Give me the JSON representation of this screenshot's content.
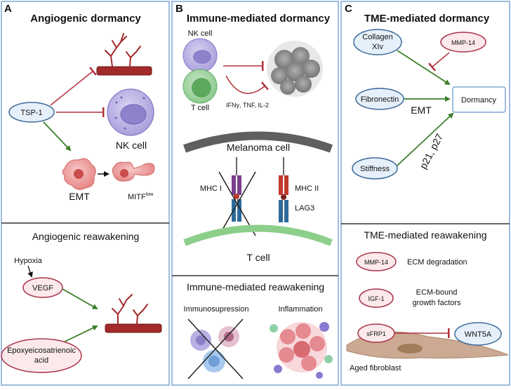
{
  "panel_a": {
    "letter": "A",
    "title": "Angiogenic dormancy",
    "tsp1": "TSP-1",
    "nk_cell": "NK cell",
    "emt": "EMT",
    "mitf": "MITF",
    "mitf_sup": "low",
    "reawakening_title": "Angiogenic reawakening",
    "hypoxia": "Hypoxia",
    "vegf": "VEGF",
    "epoxy_line1": "Epoxyeicosatrienoic",
    "epoxy_line2": "acid"
  },
  "panel_b": {
    "letter": "B",
    "title": "Immune-mediated dormancy",
    "nk_cell": "NK cell",
    "t_cell": "T cell",
    "cytokines": "IFNγ, TNF, IL-2",
    "melanoma_cell": "Melanoma cell",
    "mhc1": "MHC I",
    "mhc2": "MHC II",
    "lag3": "LAG3",
    "t_cell_bottom": "T cell",
    "reawakening_title": "Immune-mediated reawakening",
    "immunosuppression": "Immunosupression",
    "inflammation": "Inflammation"
  },
  "panel_c": {
    "letter": "C",
    "title": "TME-mediated dormancy",
    "collagen_line1": "Collagen",
    "collagen_line2": "XIv",
    "mmp14": "MMP-14",
    "fibronectin": "Fibronectin",
    "emt": "EMT",
    "dormancy": "Dormancy",
    "stiffness": "Stiffness",
    "p21p27": "p21, p27",
    "reawakening_title": "TME-mediated reawakening",
    "mmp14_b": "MMP-14",
    "ecm_degradation": "ECM degradation",
    "igf1": "IGF-1",
    "ecm_bound_line1": "ECM-bound",
    "ecm_bound_line2": "growth factors",
    "sfrp1": "sFRP1",
    "wnt5a": "WNT5A",
    "aged_fibroblast": "Aged fibroblast"
  },
  "colors": {
    "panel_border": "#7ea6d6",
    "blue_node_fill": "#e6f0fa",
    "blue_node_stroke": "#3d6a99",
    "pink_node_fill": "#fbe9ec",
    "pink_node_stroke": "#a8344a",
    "inhibit_red": "#b0303a",
    "activate_green": "#3c7f2a",
    "vessel_red": "#9c2a2a"
  }
}
